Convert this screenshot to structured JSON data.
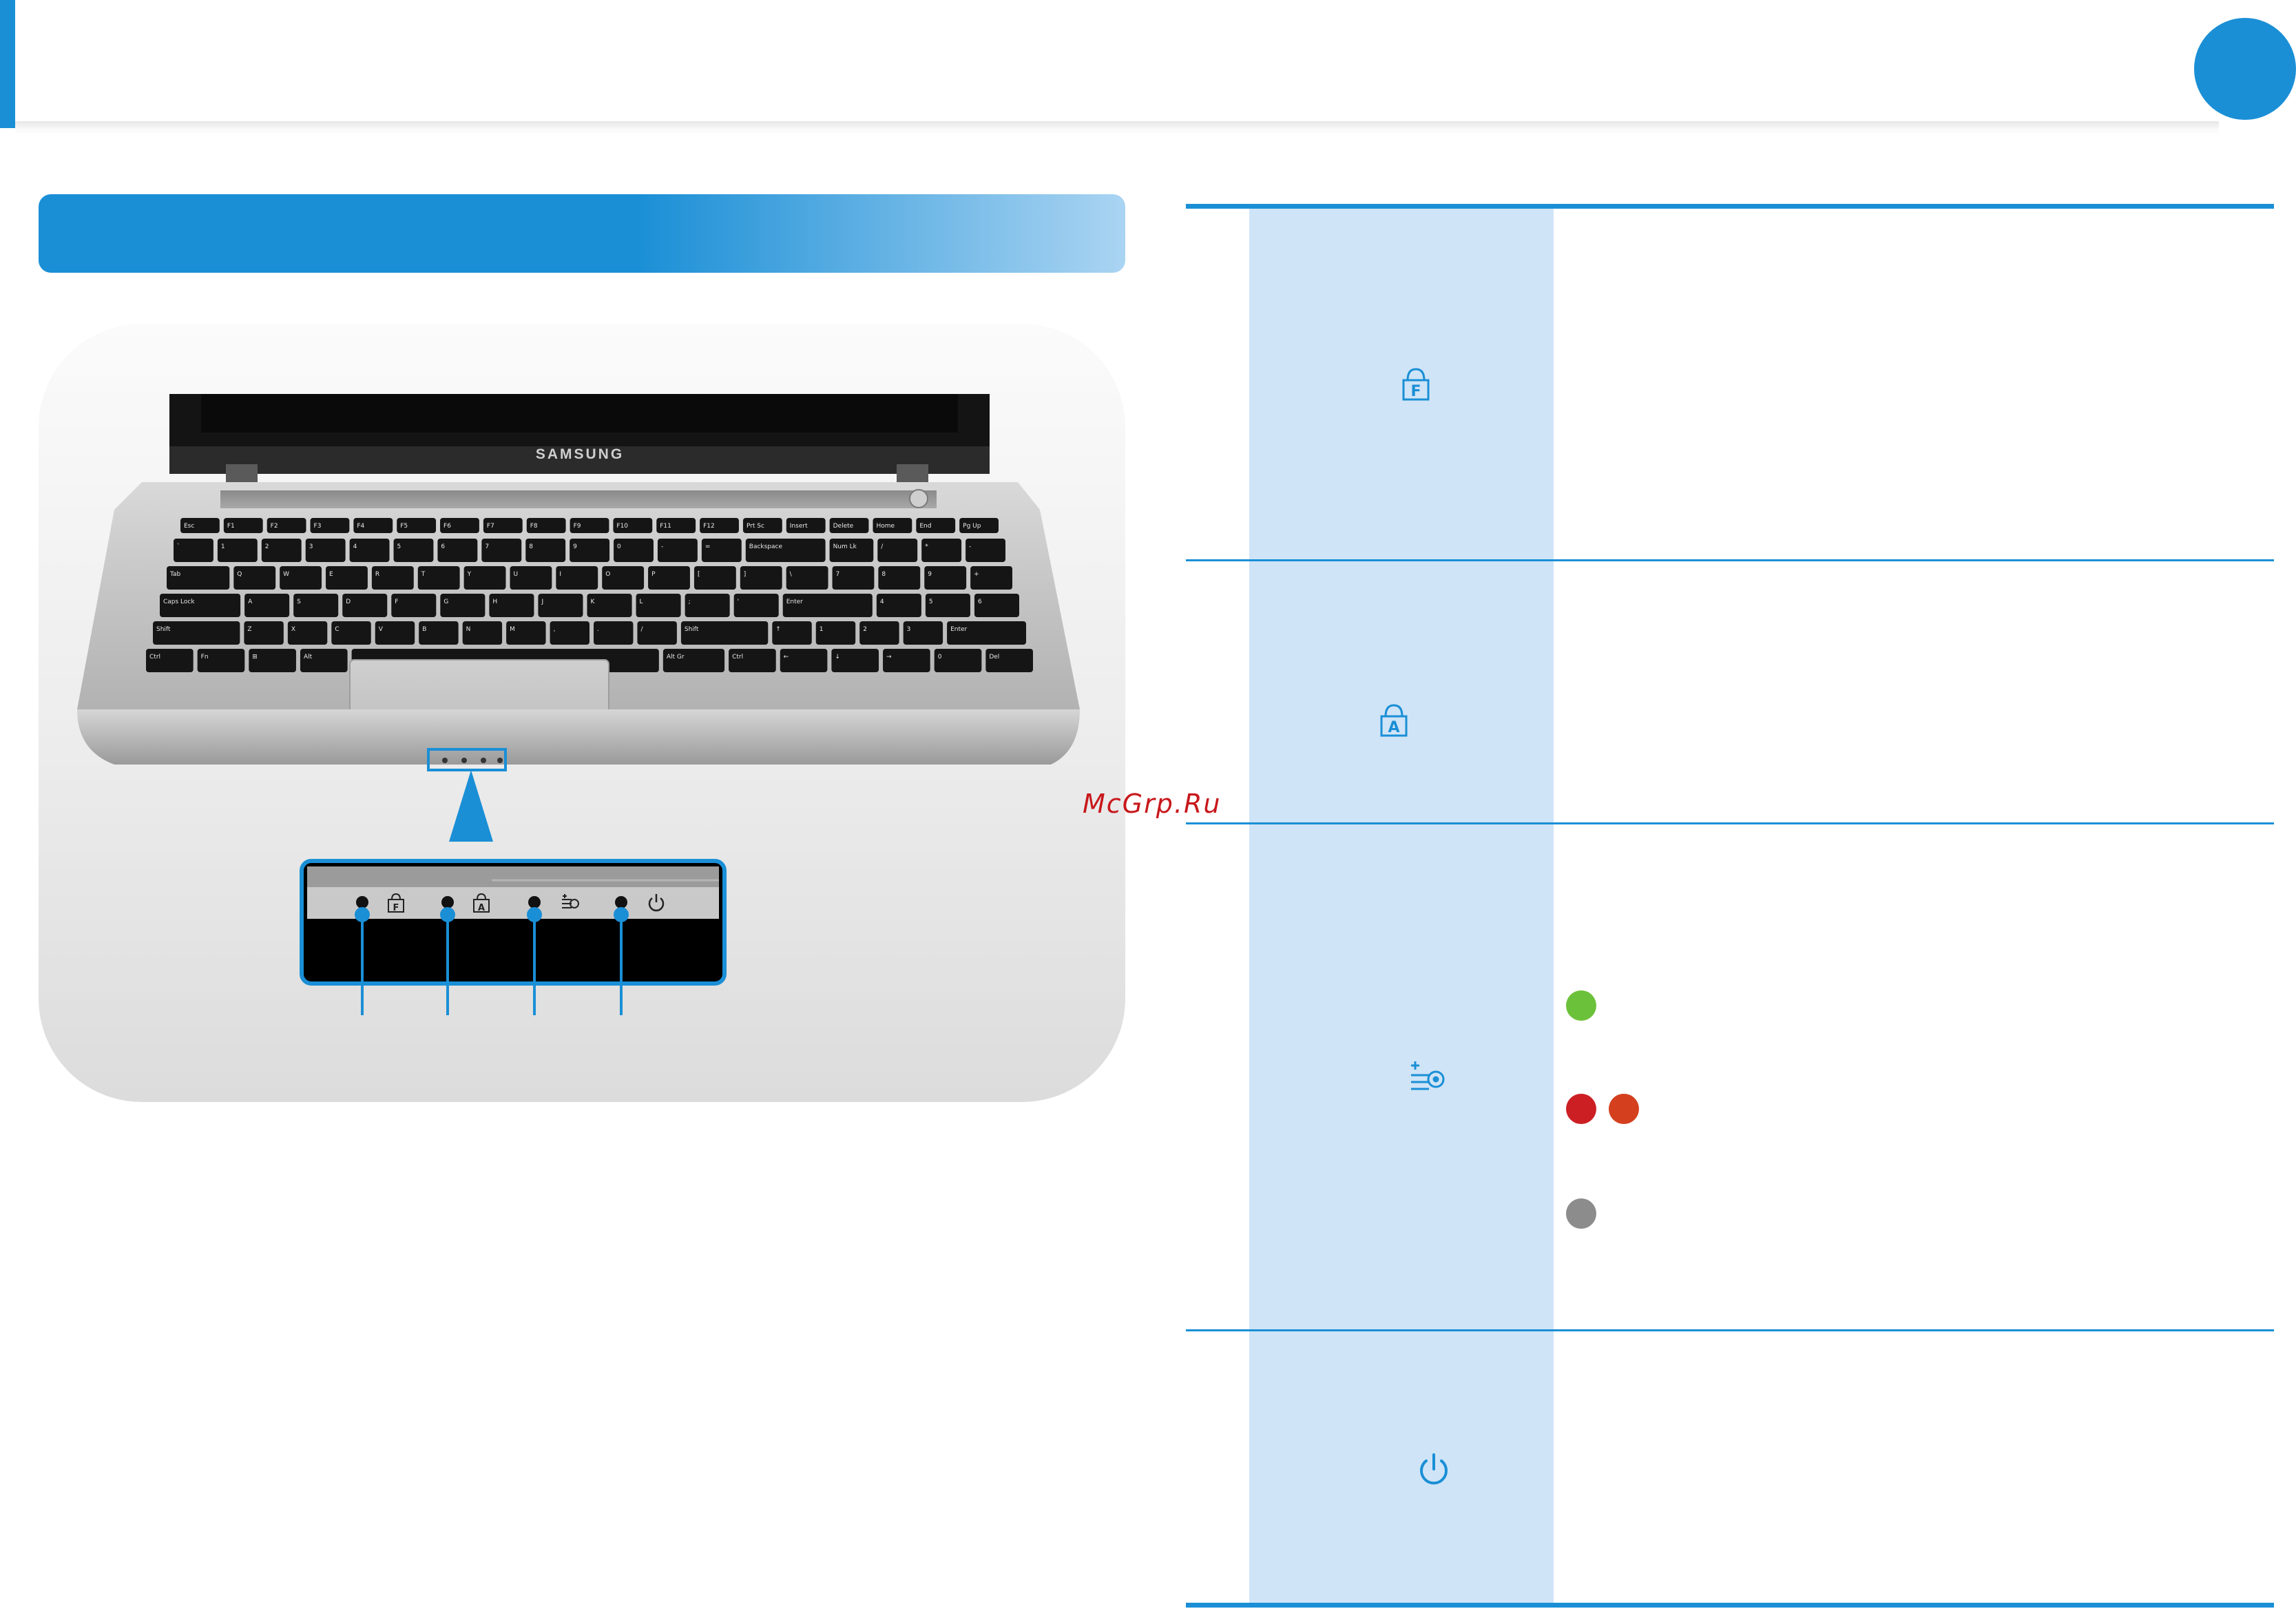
{
  "header": {
    "page_number": "",
    "section_title": ""
  },
  "figure": {
    "brand": "SAMSUNG",
    "keys": {
      "row0": [
        "Esc",
        "F1",
        "F2",
        "F3",
        "F4",
        "F5",
        "F6",
        "F7",
        "F8",
        "F9",
        "F10",
        "F11",
        "F12",
        "Prt Sc",
        "Insert",
        "Delete",
        "Home",
        "End",
        "Pg Up"
      ],
      "row1": [
        "`",
        "1",
        "2",
        "3",
        "4",
        "5",
        "6",
        "7",
        "8",
        "9",
        "0",
        "-",
        "=",
        "Backspace",
        "Num Lk",
        "/",
        "*",
        "-"
      ],
      "row2": [
        "Tab",
        "Q",
        "W",
        "E",
        "R",
        "T",
        "Y",
        "U",
        "I",
        "O",
        "P",
        "[",
        "]",
        "\\",
        "7",
        "8",
        "9",
        "+"
      ],
      "row3": [
        "Caps Lock",
        "A",
        "S",
        "D",
        "F",
        "G",
        "H",
        "J",
        "K",
        "L",
        ";",
        "'",
        "Enter",
        "4",
        "5",
        "6"
      ],
      "row4": [
        "Shift",
        "Z",
        "X",
        "C",
        "V",
        "B",
        "N",
        "M",
        ",",
        ".",
        "/",
        "Shift",
        "↑",
        "1",
        "2",
        "3",
        "Enter"
      ],
      "row5": [
        "Ctrl",
        "Fn",
        "⊞",
        "Alt",
        "",
        "Alt Gr",
        "Ctrl",
        "←",
        "↓",
        "→",
        "0",
        "Del"
      ]
    }
  },
  "indicators": [
    {
      "name": "fn-lock",
      "icon": "fn-lock-icon",
      "row_label": "",
      "description": ""
    },
    {
      "name": "caps-lock",
      "icon": "caps-lock-icon",
      "row_label": "",
      "description": ""
    },
    {
      "name": "charging",
      "icon": "charging-status-icon",
      "row_label": "",
      "description": "",
      "status_colors": [
        "#6cc13a",
        "#cc1f24",
        "#d4401e",
        "#8c8c8c"
      ]
    },
    {
      "name": "power",
      "icon": "power-icon",
      "row_label": "",
      "description": ""
    }
  ],
  "watermark": "McGrp.Ru",
  "colors": {
    "accent": "#1a8fd6",
    "table_column": "#cfe4f7"
  }
}
